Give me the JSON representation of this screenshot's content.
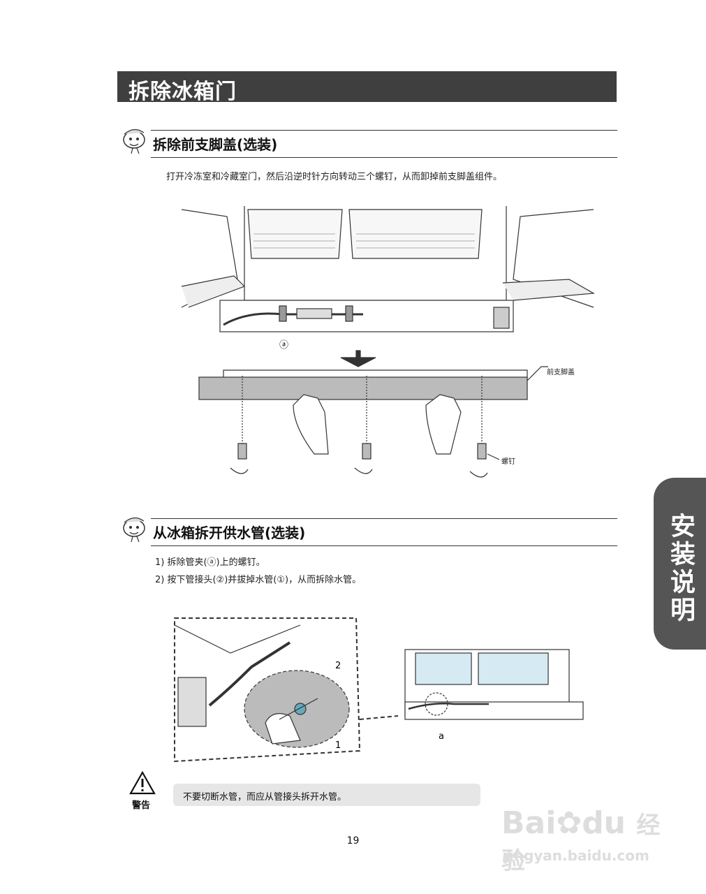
{
  "title": "拆除冰箱门",
  "section1": {
    "heading": "拆除前支脚盖(选装)",
    "text": "打开冷冻室和冷藏室门，然后沿逆时针方向转动三个螺钉，从而卸掉前支脚盖组件。",
    "label_a": "ⓐ",
    "label_cover": "前支脚盖",
    "label_screw": "螺钉"
  },
  "section2": {
    "heading": "从冰箱拆开供水管(选装)",
    "steps": [
      "1) 拆除管夹(ⓐ)上的螺钉。",
      "2) 按下管接头(②)并拔掉水管(①)，从而拆除水管。"
    ],
    "label_1": "1",
    "label_2": "2",
    "label_a": "a"
  },
  "warning": {
    "label": "警告",
    "text": "不要切断水管，而应从管接头拆开水管。"
  },
  "side_tab": "安装说明",
  "page_number": "19",
  "watermark": {
    "brand": "Bai",
    "brand2": "du",
    "suffix": "经验",
    "url": "jingyan.baidu.com"
  }
}
